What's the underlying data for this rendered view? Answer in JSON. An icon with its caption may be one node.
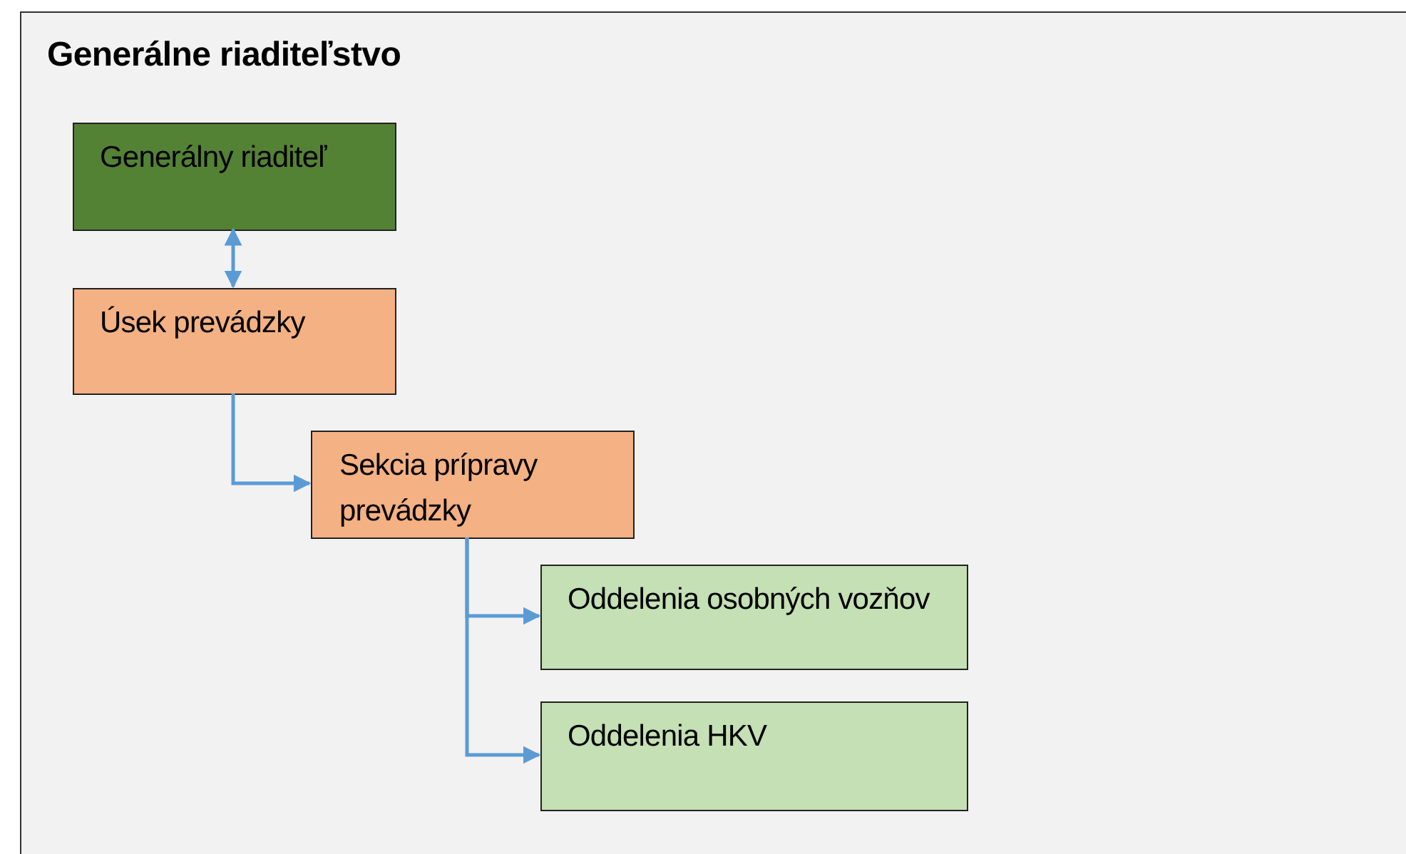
{
  "diagram": {
    "nodes": [
      {
        "text": [
          "Generálne riaditeľstvo"
        ]
      },
      {
        "text": [
          "Generálny riaditeľ"
        ],
        "in": 0
      },
      {
        "text": [
          "Úsek prevádzky"
        ],
        "in": 0
      },
      {
        "text": [
          "Sekcia prípravy prevádzky"
        ],
        "in": 0
      },
      {
        "text": [
          "Oddelenia osobných vozňov"
        ],
        "in": 0
      },
      {
        "text": [
          "Oddelenia HKV"
        ],
        "in": 0
      }
    ],
    "edges": [
      {
        "from": 1,
        "to": 2,
        "arrow": "both"
      },
      {
        "from": 2,
        "to": 3,
        "arrow": "to"
      },
      {
        "from": 3,
        "to": 4,
        "arrow": "to"
      },
      {
        "from": 3,
        "to": 5,
        "arrow": "to"
      }
    ]
  }
}
